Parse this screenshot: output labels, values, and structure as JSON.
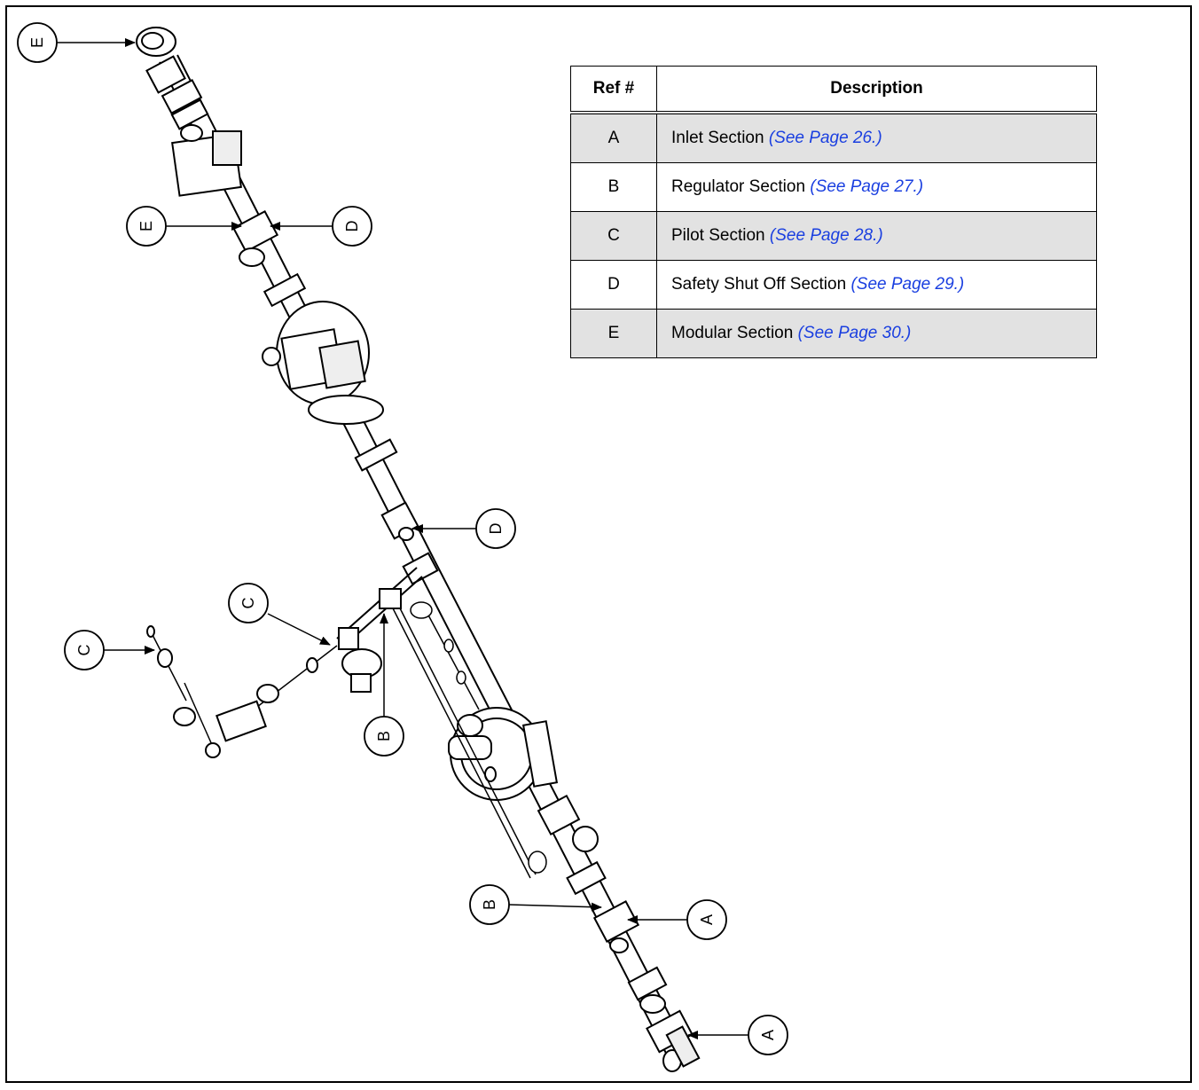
{
  "table": {
    "header_ref": "Ref #",
    "header_description": "Description",
    "rows": [
      {
        "ref": "A",
        "description": "Inlet Section",
        "link": "(See Page 26.)"
      },
      {
        "ref": "B",
        "description": "Regulator Section",
        "link": "(See Page 27.)"
      },
      {
        "ref": "C",
        "description": "Pilot Section",
        "link": "(See Page 28.)"
      },
      {
        "ref": "D",
        "description": "Safety Shut Off Section",
        "link": "(See Page 29.)"
      },
      {
        "ref": "E",
        "description": "Modular Section",
        "link": "(See Page 30.)"
      }
    ]
  },
  "callouts": {
    "e_top": "E",
    "e_mid": "E",
    "d_top": "D",
    "d_mid": "D",
    "c_pilot": "C",
    "c_left": "C",
    "b_low": "B",
    "b_mid": "B",
    "a_mid": "A",
    "a_bottom": "A"
  },
  "colors": {
    "link": "#1a3fe0",
    "row_shade": "#e2e2e2",
    "line": "#000000"
  }
}
